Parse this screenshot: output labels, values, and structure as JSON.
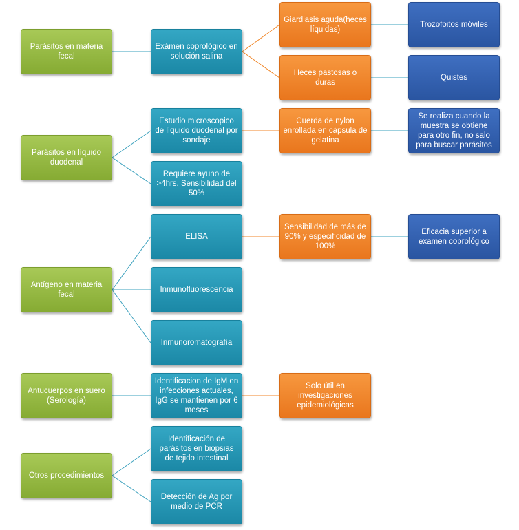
{
  "colors": {
    "level1": "#92b83e",
    "level2": "#2598b7",
    "level3": "#f08628",
    "level4": "#2f5fae",
    "connector_teal": "#3aa0bd",
    "connector_orange": "#f08628"
  },
  "nodes": {
    "parasitos_fecal": "Parásitos en materia fecal",
    "examen_coprologico": "Exámen coprológico en solución salina",
    "giardiasis_aguda": "Giardiasis aguda(heces líquidas)",
    "heces_pastosas": "Heces pastosas o duras",
    "trofozoitos": "Trozofoitos móviles",
    "quistes": "Quistes",
    "parasitos_duodenal": "Parásitos en líquido duodenal",
    "estudio_microscopico": "Estudio microscopico de líquido duodenal por sondaje",
    "cuerda_nylon": "Cuerda de nylon enrollada en cápsula de gelatina",
    "se_realiza": "Se realiza cuando la muestra se obtiene para otro fin, no salo para buscar parásitos",
    "requiere_ayuno": "Requiere ayuno de >4hrs. Sensibilidad del 50%",
    "antigeno_fecal": "Antígeno en materia fecal",
    "elisa": "ELISA",
    "sensibilidad_90": "Sensibilidad de más de 90% y especificidad de 100%",
    "eficacia_superior": "Eficacia superior a examen coprológico",
    "inmunofluorescencia": "Inmunofluorescencia",
    "inmunocromatografia": "Inmunoromatografía",
    "anticuerpos_suero": "Antucuerpos en suero (Serología)",
    "identificacion_igm": "Identificacion de  IgM en infecciones actuales, IgG se mantienen por 6 meses",
    "solo_util": "Solo útil en investigaciones epidemiológicas",
    "otros_procedimientos": "Otros procedimientos",
    "identificacion_biopsias": "Identificación de parásitos en biopsias de tejido intestinal",
    "deteccion_pcr": "Detección de Ag  por medio de PCR"
  }
}
